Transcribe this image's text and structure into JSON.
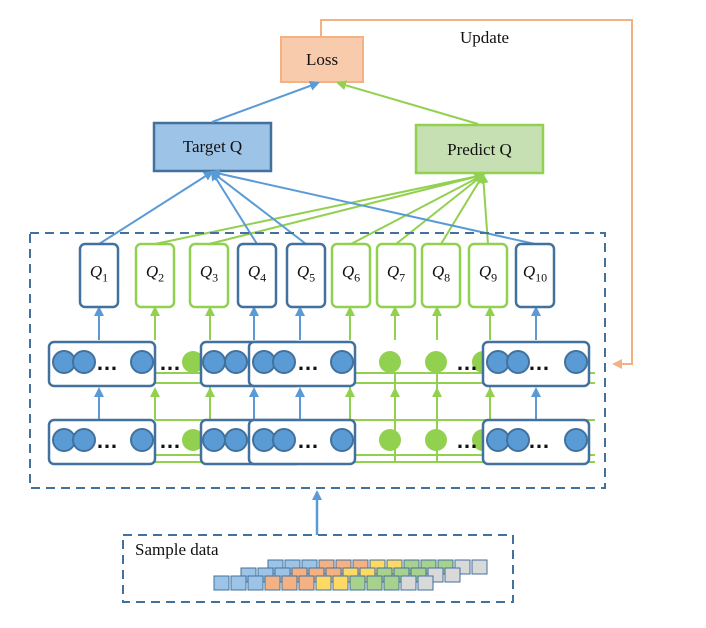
{
  "labels": {
    "loss": "Loss",
    "update": "Update",
    "target_q": "Target Q",
    "predict_q": "Predict Q",
    "sample_data": "Sample data",
    "ellipsis": "…"
  },
  "q_nodes": [
    {
      "letter": "Q",
      "index": "1",
      "group": "target"
    },
    {
      "letter": "Q",
      "index": "2",
      "group": "predict"
    },
    {
      "letter": "Q",
      "index": "3",
      "group": "predict"
    },
    {
      "letter": "Q",
      "index": "4",
      "group": "target"
    },
    {
      "letter": "Q",
      "index": "5",
      "group": "target"
    },
    {
      "letter": "Q",
      "index": "6",
      "group": "predict"
    },
    {
      "letter": "Q",
      "index": "7",
      "group": "predict"
    },
    {
      "letter": "Q",
      "index": "8",
      "group": "predict"
    },
    {
      "letter": "Q",
      "index": "9",
      "group": "predict"
    },
    {
      "letter": "Q",
      "index": "10",
      "group": "target"
    }
  ],
  "colors": {
    "blue": "#5b9bd5",
    "blue_dark": "#41719c",
    "green": "#92d050",
    "green_light": "#c6e0b4",
    "blue_light": "#9dc3e6",
    "orange": "#f4b183",
    "orange_light": "#f8cbad",
    "dash": "#41719c"
  }
}
